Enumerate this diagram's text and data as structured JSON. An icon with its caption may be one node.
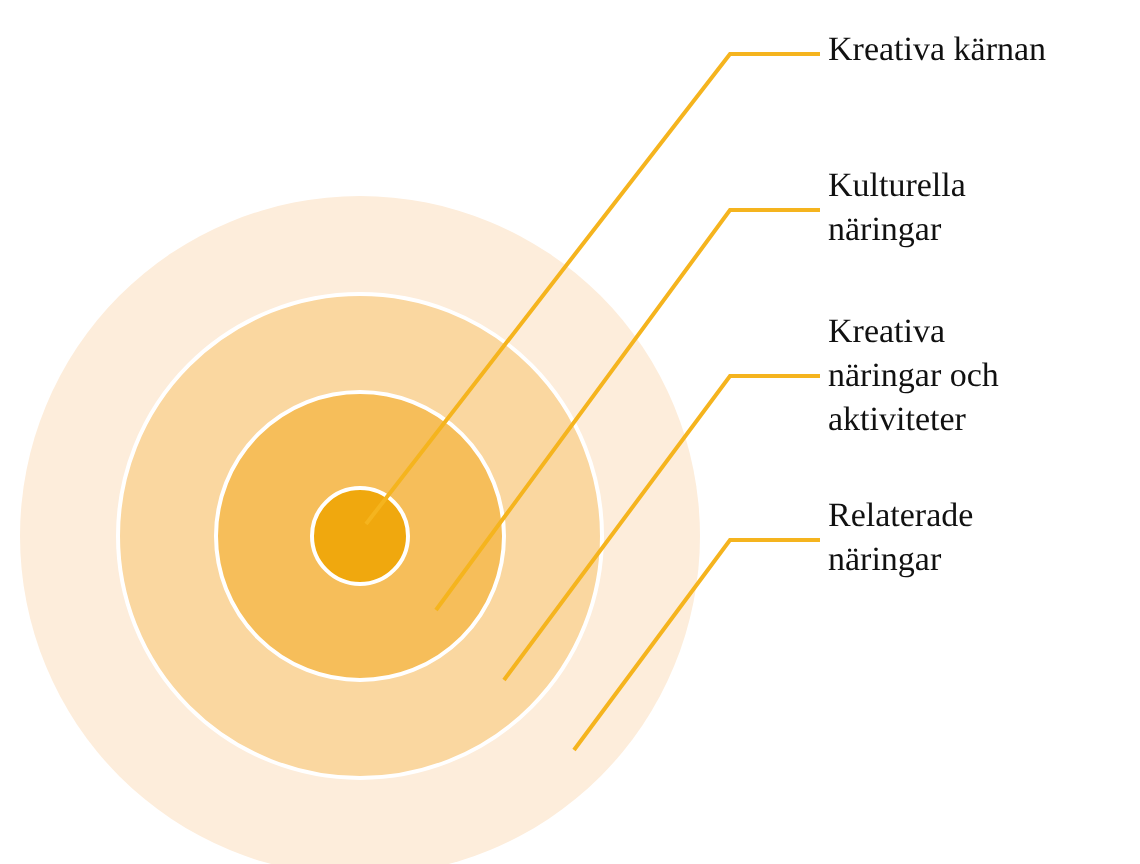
{
  "diagram": {
    "nodes": [
      {
        "text": [],
        "shape": "circle"
      },
      {
        "text": [],
        "shape": "circle",
        "in": 0
      },
      {
        "text": [],
        "shape": "circle",
        "in": 1
      },
      {
        "text": [],
        "shape": "circle",
        "in": 2
      },
      {
        "text": [
          "Kreativa kärnan"
        ]
      },
      {
        "text": [
          "Kulturella näringar"
        ]
      },
      {
        "text": [
          "Kreativa näringar och aktiviteter"
        ]
      },
      {
        "text": [
          "Relaterade näringar"
        ]
      }
    ],
    "edges": [
      {
        "from": 4,
        "to": 3,
        "arrow": "none"
      },
      {
        "from": 5,
        "to": 2,
        "arrow": "none"
      },
      {
        "from": 6,
        "to": 1,
        "arrow": "none"
      },
      {
        "from": 7,
        "to": 0,
        "arrow": "none"
      }
    ]
  }
}
